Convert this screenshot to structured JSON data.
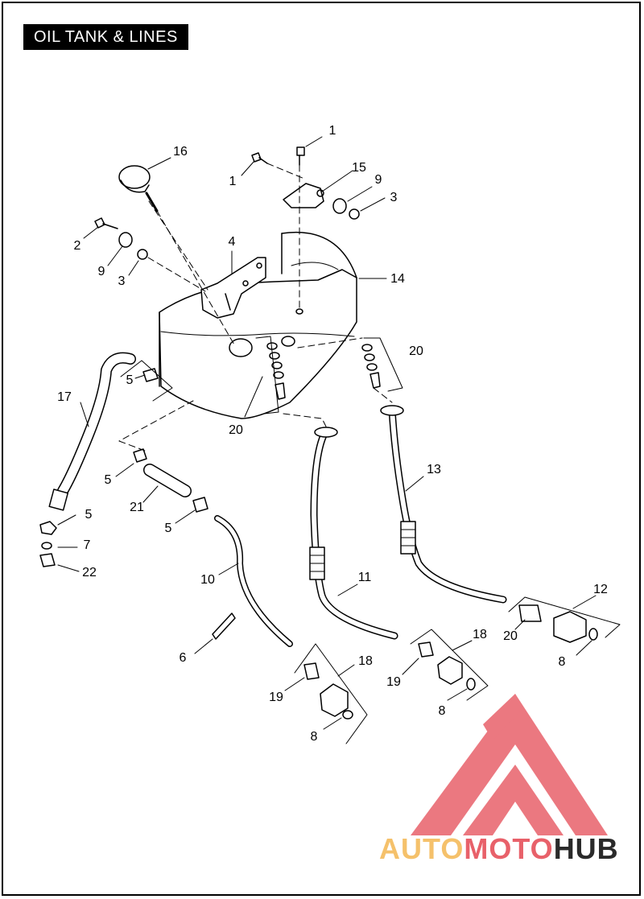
{
  "title": "OIL TANK & LINES",
  "callouts": [
    {
      "id": "c1a",
      "label": "1"
    },
    {
      "id": "c1b",
      "label": "1"
    },
    {
      "id": "c16",
      "label": "16"
    },
    {
      "id": "c15",
      "label": "15"
    },
    {
      "id": "c9a",
      "label": "9"
    },
    {
      "id": "c3a",
      "label": "3"
    },
    {
      "id": "c2",
      "label": "2"
    },
    {
      "id": "c9b",
      "label": "9"
    },
    {
      "id": "c3b",
      "label": "3"
    },
    {
      "id": "c4",
      "label": "4"
    },
    {
      "id": "c14",
      "label": "14"
    },
    {
      "id": "c20a",
      "label": "20"
    },
    {
      "id": "c17",
      "label": "17"
    },
    {
      "id": "c5a",
      "label": "5"
    },
    {
      "id": "c20b",
      "label": "20"
    },
    {
      "id": "c5b",
      "label": "5"
    },
    {
      "id": "c21",
      "label": "21"
    },
    {
      "id": "c13",
      "label": "13"
    },
    {
      "id": "c5c",
      "label": "5"
    },
    {
      "id": "c5d",
      "label": "5"
    },
    {
      "id": "c7",
      "label": "7"
    },
    {
      "id": "c22",
      "label": "22"
    },
    {
      "id": "c10",
      "label": "10"
    },
    {
      "id": "c11",
      "label": "11"
    },
    {
      "id": "c12",
      "label": "12"
    },
    {
      "id": "c20c",
      "label": "20"
    },
    {
      "id": "c18a",
      "label": "18"
    },
    {
      "id": "c8a",
      "label": "8"
    },
    {
      "id": "c6",
      "label": "6"
    },
    {
      "id": "c18b",
      "label": "18"
    },
    {
      "id": "c19a",
      "label": "19"
    },
    {
      "id": "c8b",
      "label": "8"
    },
    {
      "id": "c19b",
      "label": "19"
    },
    {
      "id": "c8c",
      "label": "8"
    }
  ],
  "watermark": {
    "brand_part1": "AUTO",
    "brand_part2": "MOTO",
    "brand_part3": "HUB",
    "color_light": "#f5c16b",
    "color_red": "#e8616a",
    "color_dark": "#2a2a2a"
  }
}
